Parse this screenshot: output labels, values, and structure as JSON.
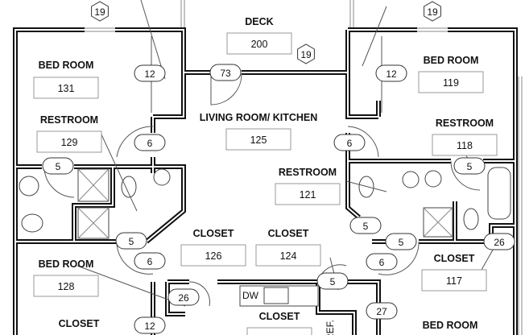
{
  "rooms": [
    {
      "id": "bedroom-131",
      "label": "BED ROOM",
      "number": "131"
    },
    {
      "id": "restroom-129",
      "label": "RESTROOM",
      "number": "129"
    },
    {
      "id": "deck-200",
      "label": "DECK",
      "number": "200"
    },
    {
      "id": "living-125",
      "label": "LIVING ROOM/ KITCHEN",
      "number": "125"
    },
    {
      "id": "bedroom-119",
      "label": "BED ROOM",
      "number": "119"
    },
    {
      "id": "restroom-118",
      "label": "RESTROOM",
      "number": "118"
    },
    {
      "id": "restroom-121",
      "label": "RESTROOM",
      "number": "121"
    },
    {
      "id": "closet-126",
      "label": "CLOSET",
      "number": "126"
    },
    {
      "id": "closet-124",
      "label": "CLOSET",
      "number": "124"
    },
    {
      "id": "closet-117",
      "label": "CLOSET",
      "number": "117"
    },
    {
      "id": "bedroom-128",
      "label": "BED ROOM",
      "number": "128"
    },
    {
      "id": "closet-bl",
      "label": "CLOSET",
      "number": ""
    },
    {
      "id": "closet-bc",
      "label": "CLOSET",
      "number": ""
    },
    {
      "id": "bedroom-br",
      "label": "BED ROOM",
      "number": ""
    }
  ],
  "hex_tags": [
    "19",
    "19",
    "19"
  ],
  "door_tags": [
    "12",
    "73",
    "6",
    "5",
    "12",
    "6",
    "5",
    "5",
    "6",
    "26",
    "12",
    "5",
    "5",
    "6",
    "26",
    "5",
    "27"
  ],
  "fixtures": {
    "dishwasher": "DW",
    "refrigerator": "REF."
  }
}
